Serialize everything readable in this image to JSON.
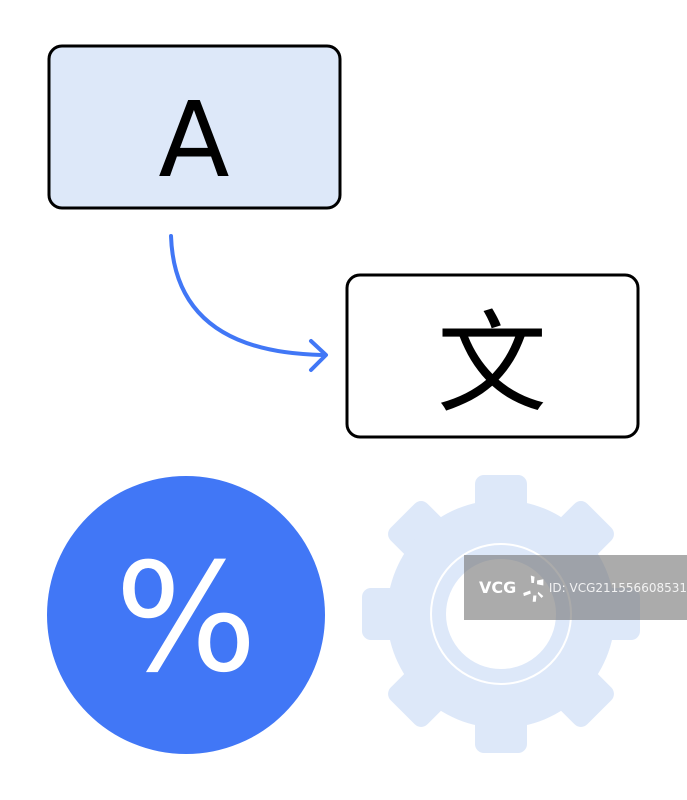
{
  "source_box": {
    "letter": "A",
    "fill": "#dde8f9"
  },
  "target_box": {
    "glyph": "文",
    "fill": "#ffffff"
  },
  "arrow": {
    "color": "#4177f6"
  },
  "percent_badge": {
    "symbol": "%",
    "color": "#4177f6"
  },
  "gear": {
    "icon": "gear-icon",
    "color": "#dde8f9"
  },
  "watermark": {
    "logo": "VCG",
    "id_text": "ID: VCG211556608531"
  }
}
